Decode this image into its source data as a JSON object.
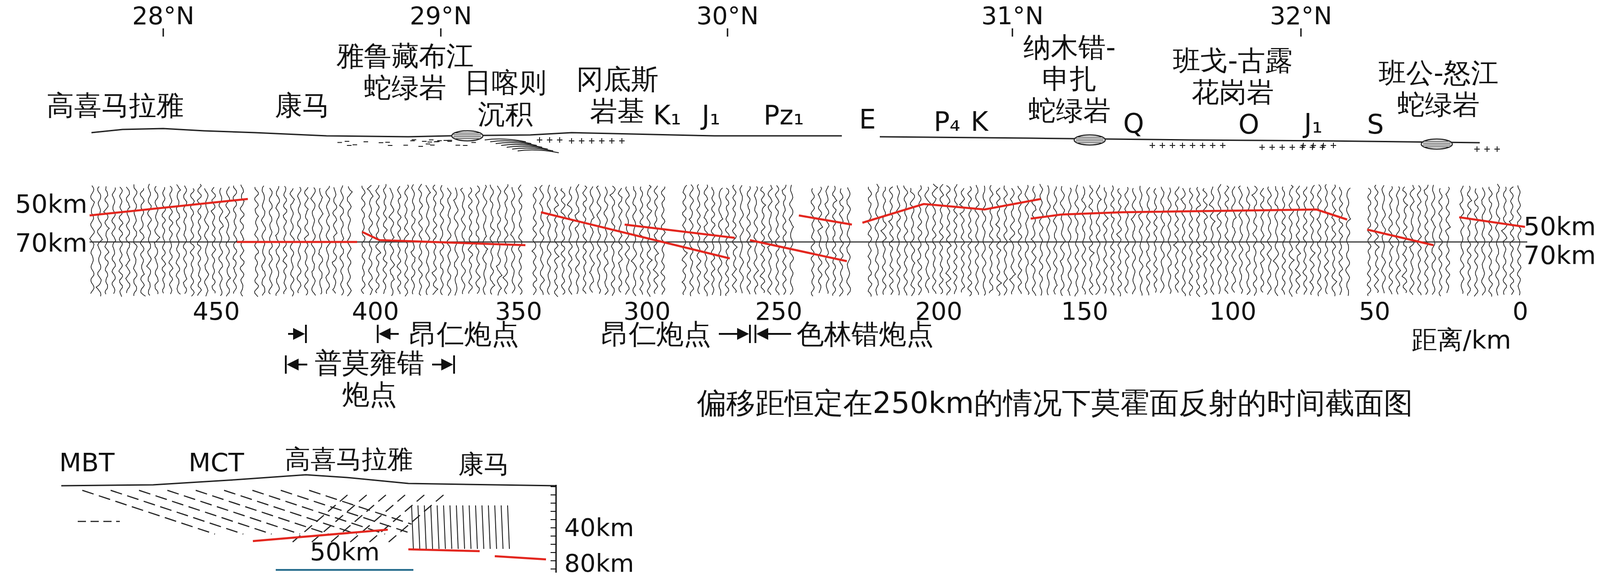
{
  "diagram": {
    "caption": "偏移距恒定在250km的情况下莫霍面反射的时间截面图",
    "labels": [
      "28°N",
      "29°N",
      "30°N",
      "31°N",
      "32°N",
      "高喜马拉雅",
      "康马",
      "雅鲁藏布江 蛇绿岩",
      "日喀则 沉积",
      "冈底斯 岩基",
      "K₁",
      "J₁",
      "Pz₁",
      "E",
      "P₄",
      "K",
      "纳木错- 申扎 蛇绿岩",
      "Q",
      "班戈-古露 花岗岩",
      "O",
      "J₁",
      "S",
      "班公-怒江 蛇绿岩",
      "50km",
      "70km",
      "50km",
      "70km",
      "450",
      "400",
      "350",
      "300",
      "250",
      "200",
      "150",
      "100",
      "50",
      "0",
      "距离/km",
      "昂仁炮点",
      "普莫雍错 炮点",
      "昂仁炮点",
      "色林错炮点",
      "MBT",
      "MCT",
      "高喜马拉雅",
      "康马",
      "50km",
      "40km",
      "80km"
    ]
  }
}
